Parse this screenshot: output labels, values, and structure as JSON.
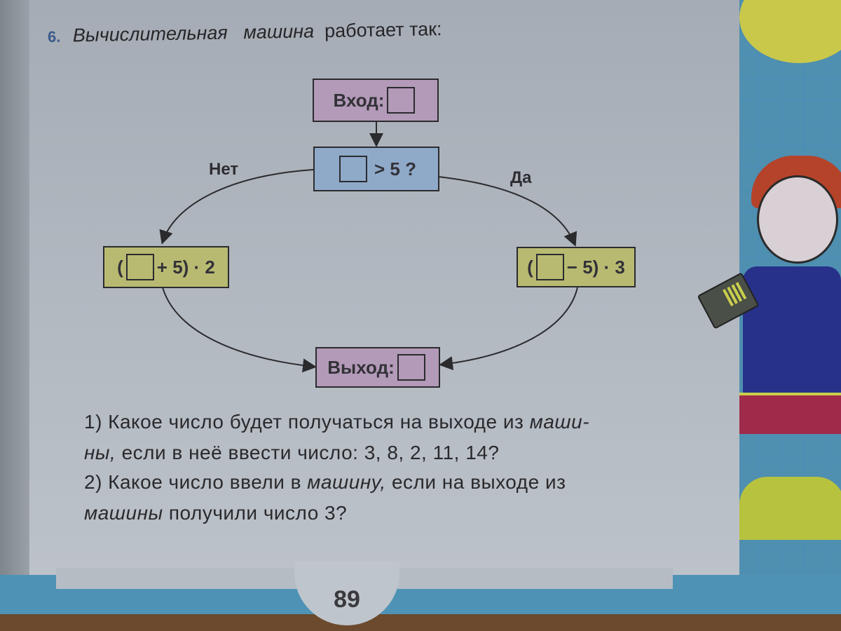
{
  "task": {
    "number": "6.",
    "title_italic_1": "Вычислительная",
    "title_italic_2": "машина",
    "title_rest": "работает так:"
  },
  "diagram": {
    "input_label": "Вход:",
    "condition": "> 5 ?",
    "no_label": "Нет",
    "yes_label": "Да",
    "left_formula_open": "(",
    "left_formula_rest": "+ 5) · 2",
    "right_formula_open": "(",
    "right_formula_rest": "− 5) · 3",
    "output_label": "Выход:",
    "colors": {
      "input_output": "#b39ab8",
      "condition": "#8fa9c9",
      "operations": "#b8ba72"
    }
  },
  "questions": {
    "q1_line1_a": "1) Какое число будет получаться на выходе из",
    "q1_line1_italic": "маши-",
    "q1_line2_italic": "ны,",
    "q1_line2_rest": "если в неё ввести число: 3, 8, 2, 11, 14?",
    "q2_line1_a": "2) Какое число ввели в",
    "q2_line1_italic": "машину,",
    "q2_line1_rest": "если на выходе из",
    "q2_line2_italic": "машины",
    "q2_line2_rest": "получили число 3?"
  },
  "footer": {
    "page_number": "89"
  }
}
